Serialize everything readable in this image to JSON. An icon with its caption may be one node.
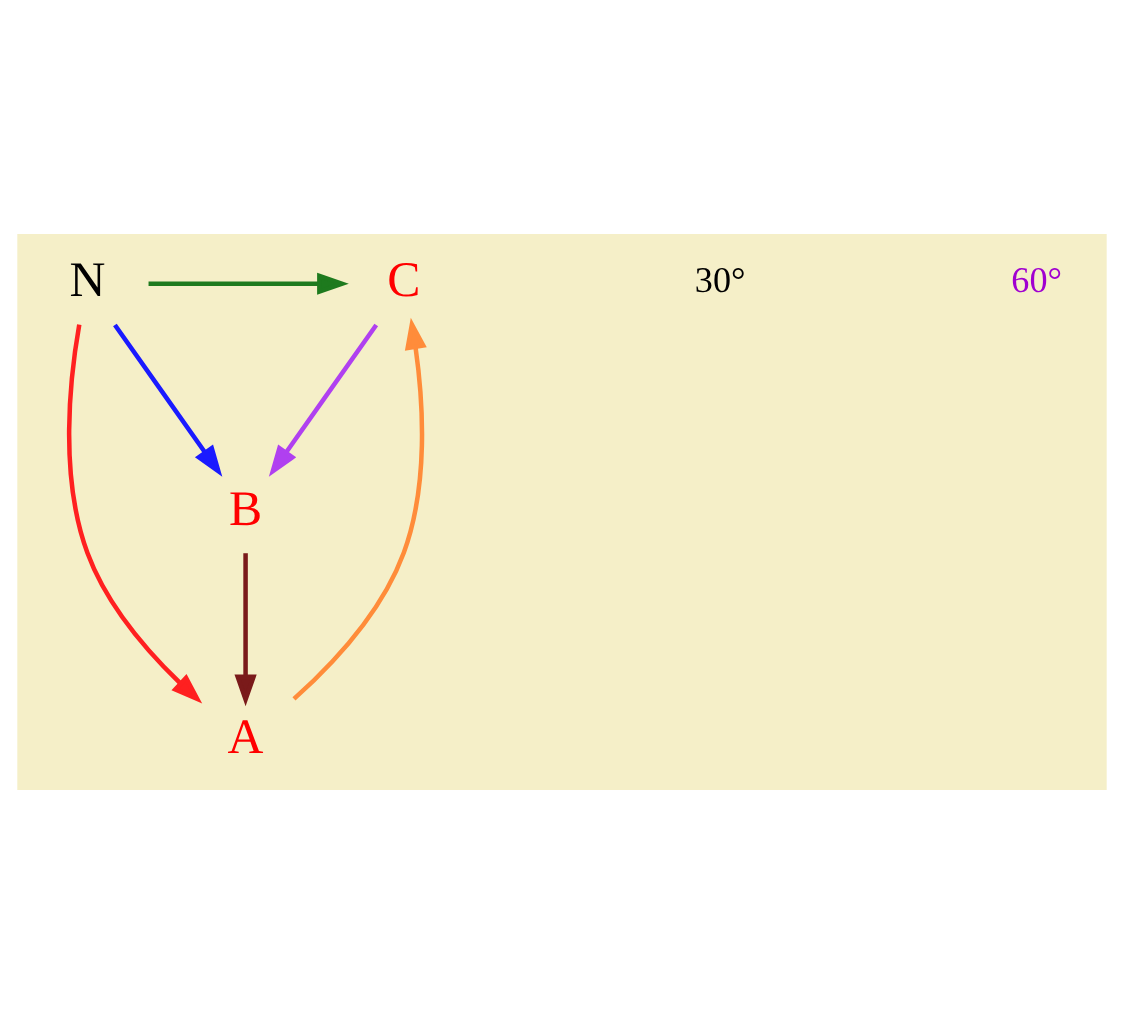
{
  "diagram": {
    "nodes": [
      {
        "text": [
          "N"
        ]
      },
      {
        "text": [
          "A"
        ]
      },
      {
        "text": [
          "B"
        ]
      },
      {
        "text": [
          "C"
        ]
      }
    ],
    "edges": [
      {
        "from": 0,
        "to": 1,
        "arrow": "to",
        "color": "#ff2020"
      },
      {
        "from": 0,
        "to": 2,
        "arrow": "to",
        "color": "#1a1aff"
      },
      {
        "from": 0,
        "to": 3,
        "arrow": "to",
        "color": "#1e7a1e"
      },
      {
        "from": 1,
        "to": 3,
        "arrow": "to",
        "color": "#ff8c3a"
      },
      {
        "from": 3,
        "to": 2,
        "arrow": "to",
        "color": "#b040f0"
      },
      {
        "from": 2,
        "to": 1,
        "arrow": "to",
        "color": "#7a1a1a"
      }
    ],
    "labels": [
      "30°",
      "60°"
    ]
  }
}
